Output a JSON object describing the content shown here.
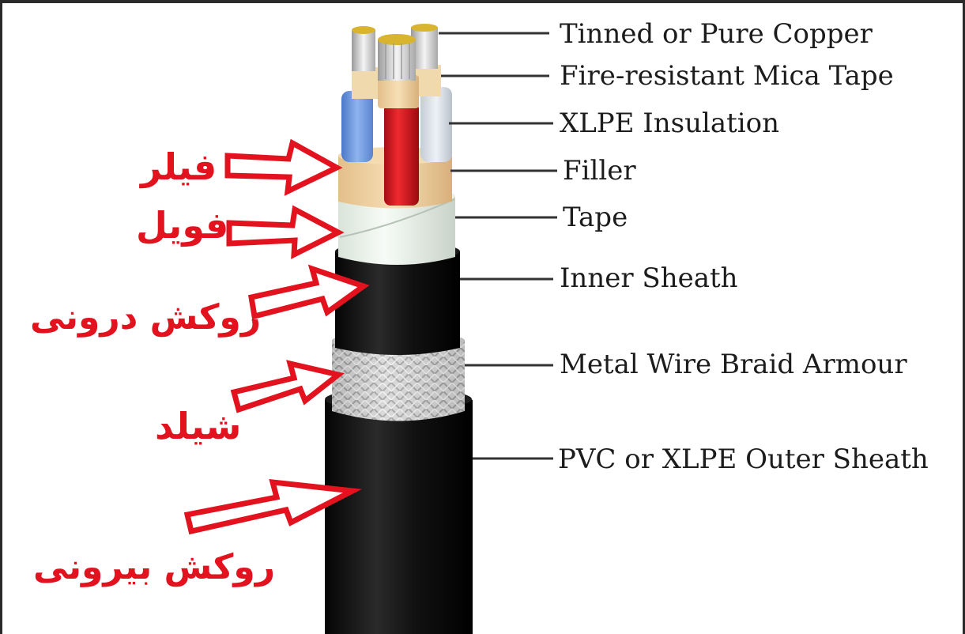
{
  "labels": {
    "copper": "Tinned or Pure Copper",
    "mica": "Fire-resistant Mica Tape",
    "xlpe": "XLPE Insulation",
    "filler": "Filler",
    "tape": "Tape",
    "inner_sheath": "Inner Sheath",
    "armour": "Metal Wire Braid Armour",
    "outer_sheath": "PVC or XLPE Outer Sheath"
  },
  "persian_labels": {
    "filler": "فیلر",
    "foil": "فویل",
    "inner_sheath": "روکش درونی",
    "shield": "شیلد",
    "outer_sheath": "روکش بیرونی"
  },
  "colors": {
    "annotation_red": "#e2121e",
    "leader_line": "#333333",
    "sheath_black": "#101010",
    "copper": "#c9a227",
    "insulation_red": "#d8141d",
    "insulation_blue": "#6f9be0",
    "insulation_grey": "#d8dfe8",
    "filler": "#f2d5a6",
    "tape": "#eef5ee"
  }
}
